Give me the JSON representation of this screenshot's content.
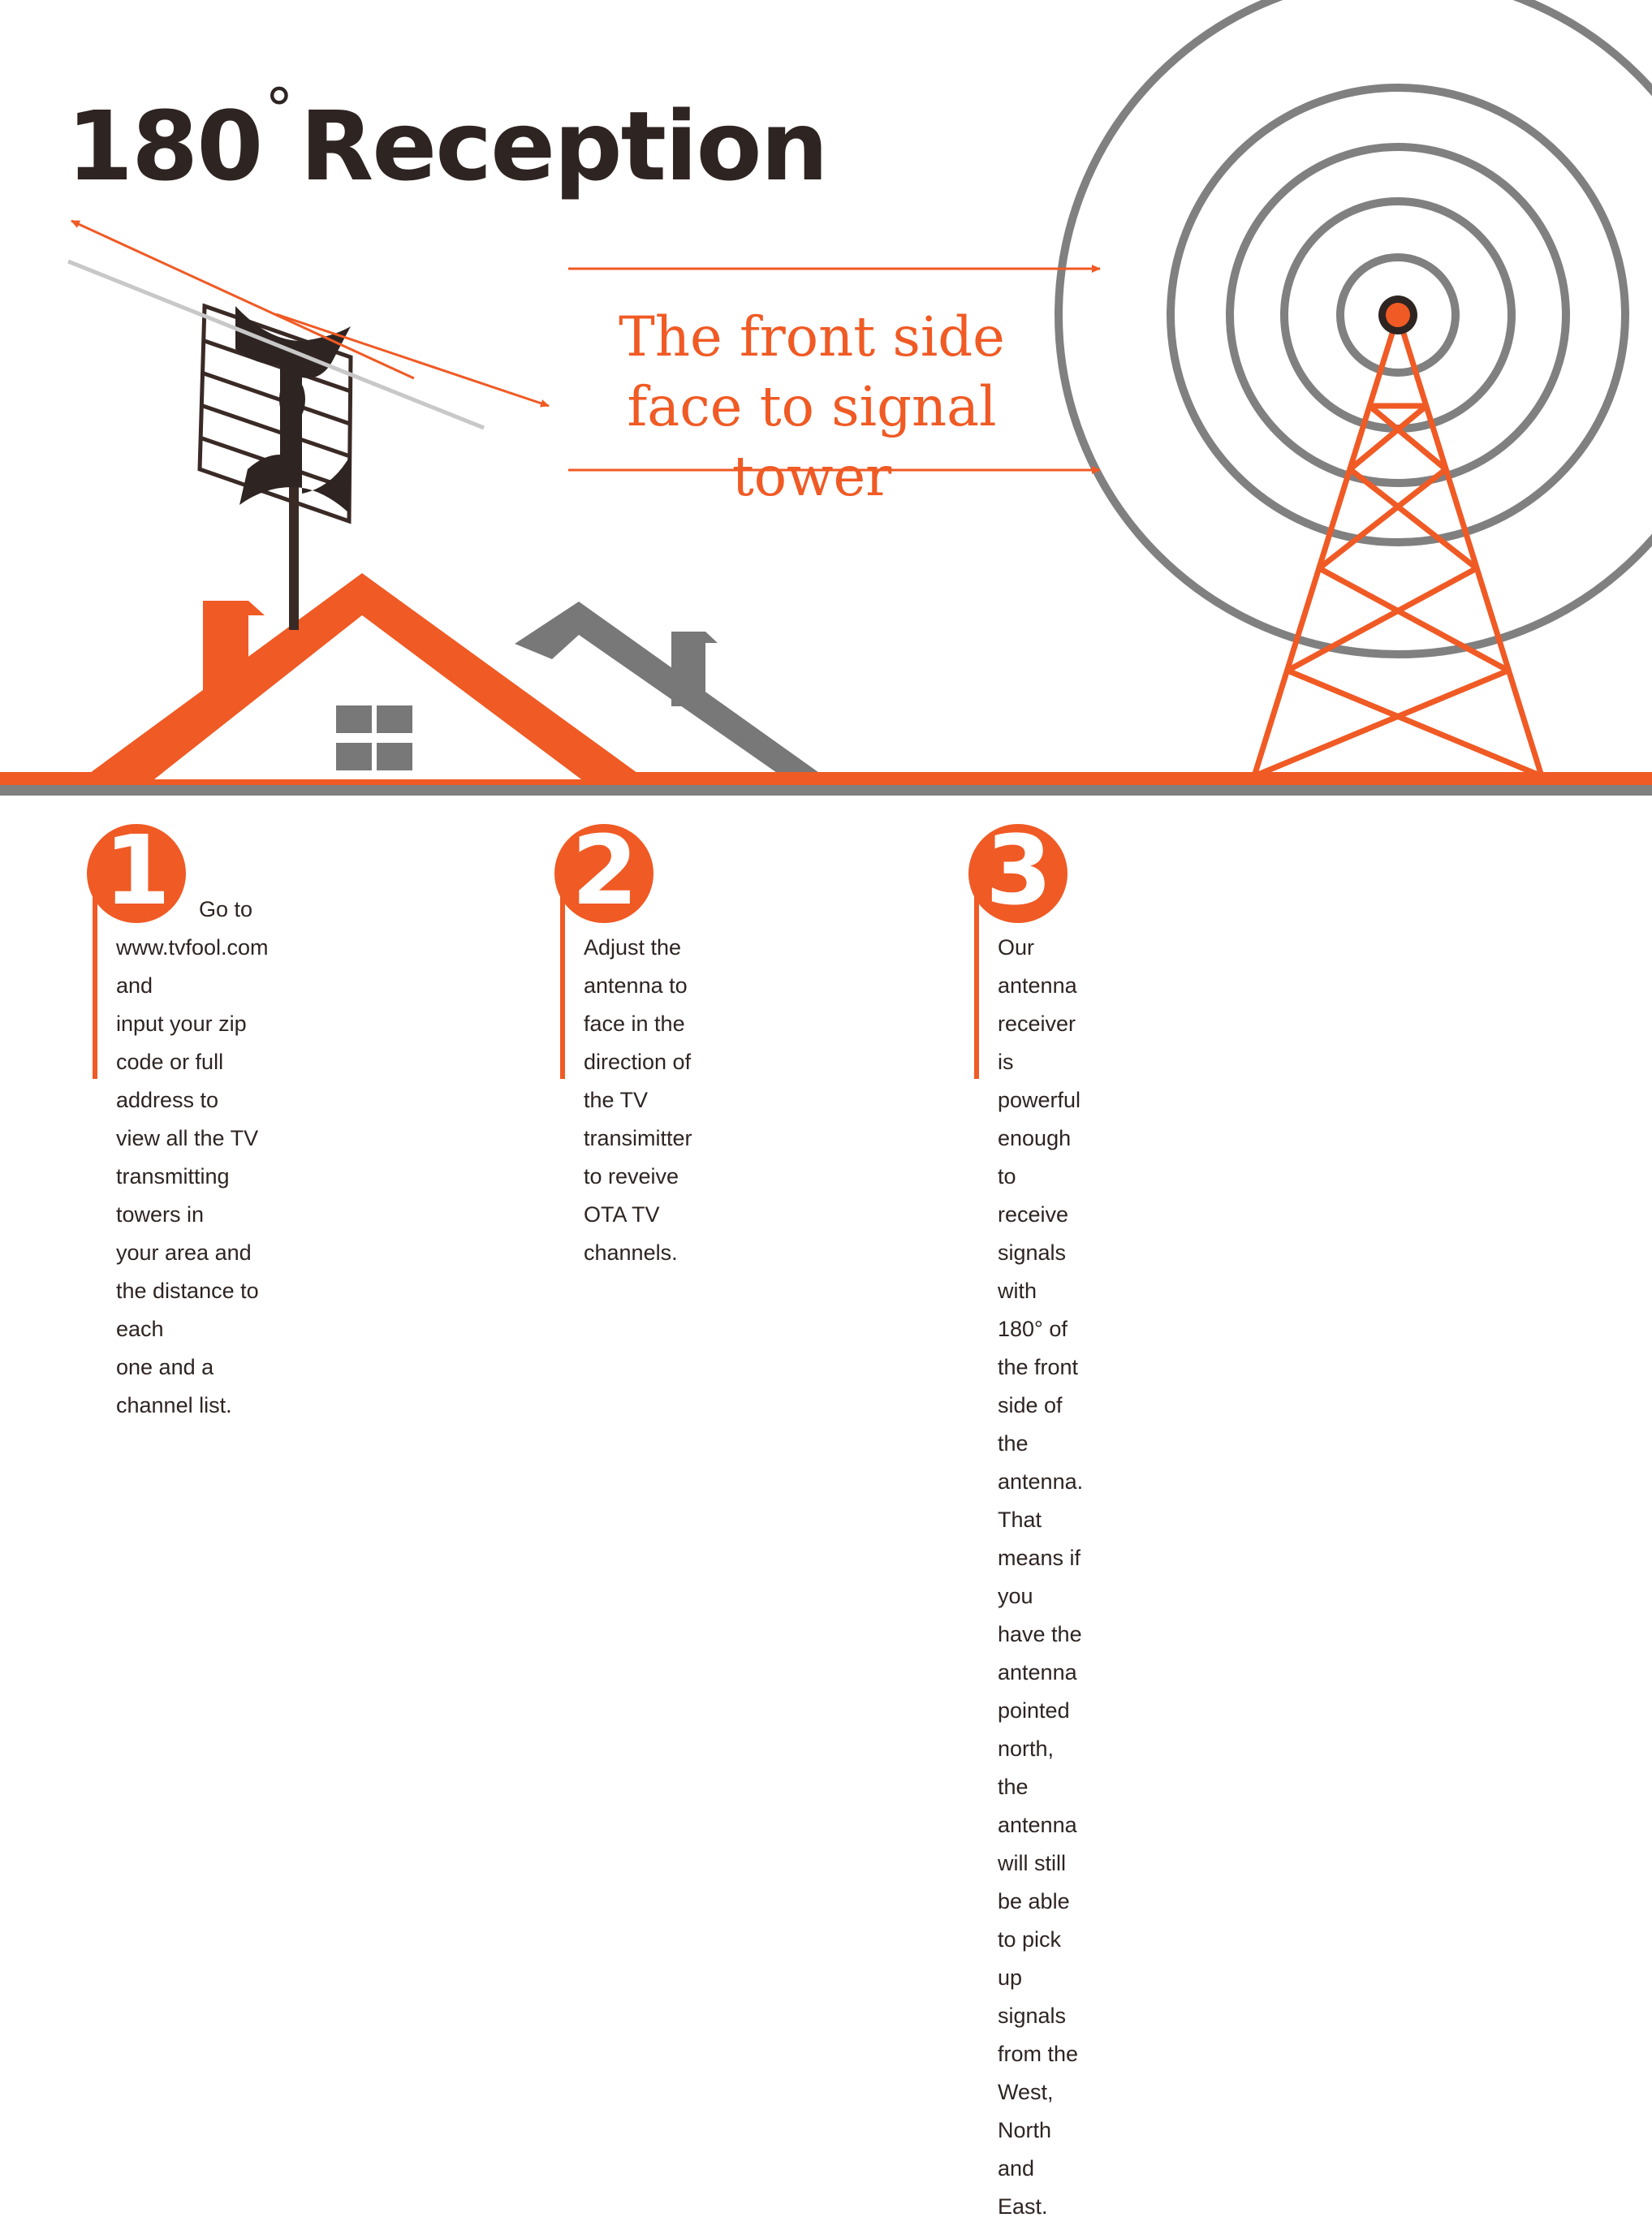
{
  "title": {
    "number": "180",
    "degree": "°",
    "word": "Reception"
  },
  "caption": {
    "line1": "The front side",
    "line2": "face to signal tower"
  },
  "colors": {
    "accent": "#f05a24",
    "dark": "#2e2422",
    "gray": "#808080",
    "light_gray": "#c8c8c8"
  },
  "icons": [
    "antenna-icon",
    "house-icon",
    "tower-icon",
    "signal-waves-icon"
  ],
  "steps": [
    {
      "number": "1",
      "lead": "Go to www.tvfool.com and",
      "body": "input your zip code or full address to\nview all the TV transmitting towers in\nyour area and the distance to each\none and a channel list."
    },
    {
      "number": "2",
      "lead": "Adjust the antenna to",
      "body": "face in the direction of the TV\ntransimitter to reveive OTA TV\nchannels."
    },
    {
      "number": "3",
      "lead": "Our antenna receiver is powerful enough to receive",
      "body": "signals with 180° of the front side of the antenna.\nThat means if you have the antenna pointed north, the\nantenna will still be able to pick up signals from the West,\nNorth and East."
    }
  ]
}
